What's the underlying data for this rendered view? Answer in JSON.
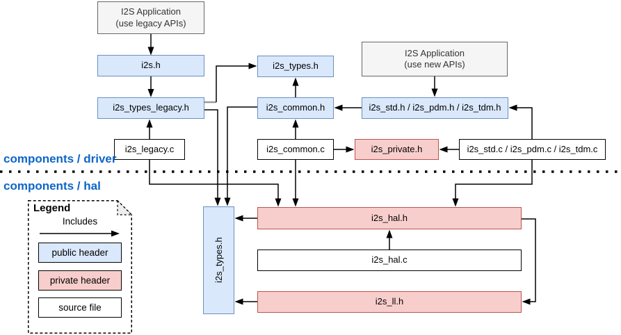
{
  "sections": {
    "driver_label": "components / driver",
    "hal_label": "components / hal"
  },
  "nodes": {
    "app_legacy": {
      "label": "I2S Application\n(use legacy APIs)",
      "type": "application"
    },
    "app_new": {
      "label": "I2S Application\n(use new APIs)",
      "type": "application"
    },
    "i2s_h": {
      "label": "i2s.h",
      "type": "public header"
    },
    "i2s_types_legacy_h": {
      "label": "i2s_types_legacy.h",
      "type": "public header"
    },
    "i2s_legacy_c": {
      "label": "i2s_legacy.c",
      "type": "source file"
    },
    "i2s_types_h": {
      "label": "i2s_types.h",
      "type": "public header"
    },
    "i2s_common_h": {
      "label": "i2s_common.h",
      "type": "public header"
    },
    "i2s_common_c": {
      "label": "i2s_common.c",
      "type": "source file"
    },
    "i2s_private_h": {
      "label": "i2s_private.h",
      "type": "private header"
    },
    "i2s_std_h": {
      "label": "i2s_std.h / i2s_pdm.h / i2s_tdm.h",
      "type": "public header"
    },
    "i2s_std_c": {
      "label": "i2s_std.c / i2s_pdm.c / i2s_tdm.c",
      "type": "source file"
    },
    "hal_i2s_types_h": {
      "label": "i2s_types.h",
      "type": "public header"
    },
    "i2s_hal_h": {
      "label": "i2s_hal.h",
      "type": "private header"
    },
    "i2s_hal_c": {
      "label": "i2s_hal.c",
      "type": "source file"
    },
    "i2s_ll_h": {
      "label": "i2s_ll.h",
      "type": "private header"
    }
  },
  "edges": [
    {
      "from": "I2S Application (use legacy APIs)",
      "to": "i2s.h"
    },
    {
      "from": "i2s.h",
      "to": "i2s_types_legacy.h"
    },
    {
      "from": "i2s_legacy.c",
      "to": "i2s_types_legacy.h"
    },
    {
      "from": "i2s_types_legacy.h",
      "to": "i2s_types.h"
    },
    {
      "from": "i2s_types_legacy.h",
      "to": "hal i2s_types.h"
    },
    {
      "from": "i2s_common.h",
      "to": "i2s_types.h"
    },
    {
      "from": "i2s_common.h",
      "to": "hal i2s_types.h"
    },
    {
      "from": "i2s_common.c",
      "to": "i2s_common.h"
    },
    {
      "from": "i2s_common.c",
      "to": "i2s_private.h"
    },
    {
      "from": "i2s_common.c",
      "to": "i2s_hal.h"
    },
    {
      "from": "I2S Application (use new APIs)",
      "to": "i2s_std.h / i2s_pdm.h / i2s_tdm.h"
    },
    {
      "from": "i2s_std.h / i2s_pdm.h / i2s_tdm.h",
      "to": "i2s_common.h"
    },
    {
      "from": "i2s_std.c / i2s_pdm.c / i2s_tdm.c",
      "to": "i2s_std.h / i2s_pdm.h / i2s_tdm.h"
    },
    {
      "from": "i2s_std.c / i2s_pdm.c / i2s_tdm.c",
      "to": "i2s_private.h"
    },
    {
      "from": "i2s_std.c / i2s_pdm.c / i2s_tdm.c",
      "to": "i2s_hal.h"
    },
    {
      "from": "i2s_legacy.c",
      "to": "i2s_hal.h"
    },
    {
      "from": "i2s_hal.c",
      "to": "i2s_hal.h"
    },
    {
      "from": "i2s_hal.h",
      "to": "i2s_ll.h"
    },
    {
      "from": "i2s_hal.h",
      "to": "hal i2s_types.h"
    },
    {
      "from": "i2s_ll.h",
      "to": "hal i2s_types.h"
    }
  ],
  "legend": {
    "title": "Legend",
    "includes_label": "Includes",
    "items": [
      {
        "label": "public header",
        "type": "public"
      },
      {
        "label": "private header",
        "type": "private"
      },
      {
        "label": "source file",
        "type": "source"
      }
    ]
  },
  "colors": {
    "public_header_fill": "#dae8fc",
    "public_header_border": "#6c8ebf",
    "private_header_fill": "#f8cecc",
    "private_header_border": "#b85450",
    "application_fill": "#f5f5f5",
    "application_border": "#666666",
    "source_file_fill": "#ffffff",
    "source_file_border": "#000000",
    "section_label_color": "#0d65c8",
    "connector_color": "#000000"
  }
}
